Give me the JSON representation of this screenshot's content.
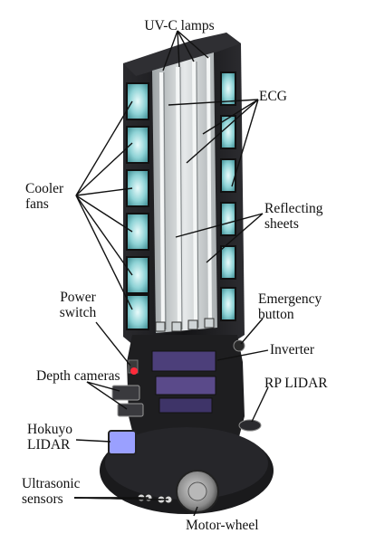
{
  "labels": {
    "uvc_lamps": "UV-C lamps",
    "ecg": "ECG",
    "cooler_fans": "Cooler\nfans",
    "reflecting_sheets": "Reflecting\nsheets",
    "power_switch": "Power\nswitch",
    "emergency_button": "Emergency\nbutton",
    "inverter": "Inverter",
    "depth_cameras": "Depth cameras",
    "rp_lidar": "RP LIDAR",
    "hokuyo_lidar": "Hokuyo\nLIDAR",
    "ultrasonic_sensors": "Ultrasonic\nsensors",
    "motor_wheel": "Motor-wheel"
  },
  "colors": {
    "body": "#1c1c1e",
    "fan_glow": "#8fd3d6",
    "tube": "#d8dcdc",
    "depth_camera_light": "#ff2a3a",
    "lidar_glow": "#9aa0ff"
  }
}
